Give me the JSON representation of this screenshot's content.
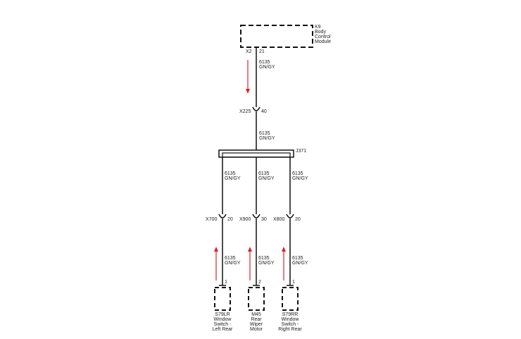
{
  "diagram": {
    "colors": {
      "wire": "#111111",
      "arrow": "#e0202a",
      "background": "#ffffff"
    },
    "module": {
      "id": "K9",
      "name_line1": "Body",
      "name_line2": "Control",
      "name_line3": "Module",
      "connector": "X2",
      "pin": "21"
    },
    "wire_label_top": {
      "circuit": "6135",
      "color": "GN/GY"
    },
    "inline_connector": {
      "id": "X225",
      "pin": "40"
    },
    "wire_label_mid": {
      "circuit": "6135",
      "color": "GN/GY"
    },
    "splice": {
      "id": "J371"
    },
    "branches": [
      {
        "wire_circuit": "6135",
        "wire_color": "GN/GY",
        "connector": "X700",
        "pin": "20",
        "lower_circuit": "6135",
        "lower_color": "GN/GY",
        "device_pin": "1",
        "device_line1": "S79LR",
        "device_line2": "Window",
        "device_line3": "Switch -",
        "device_line4": "Left Rear"
      },
      {
        "wire_circuit": "6135",
        "wire_color": "GN/GY",
        "connector": "X900",
        "pin": "30",
        "lower_circuit": "6135",
        "lower_color": "GN/GY",
        "device_pin": "2",
        "device_line1": "M45",
        "device_line2": "Rear",
        "device_line3": "Wiper",
        "device_line4": "Motor"
      },
      {
        "wire_circuit": "6135",
        "wire_color": "GN/GY",
        "connector": "X800",
        "pin": "20",
        "lower_circuit": "6135",
        "lower_color": "GN/GY",
        "device_pin": "1",
        "device_line1": "S79RR",
        "device_line2": "Window",
        "device_line3": "Switch -",
        "device_line4": "Right Rear"
      }
    ]
  }
}
